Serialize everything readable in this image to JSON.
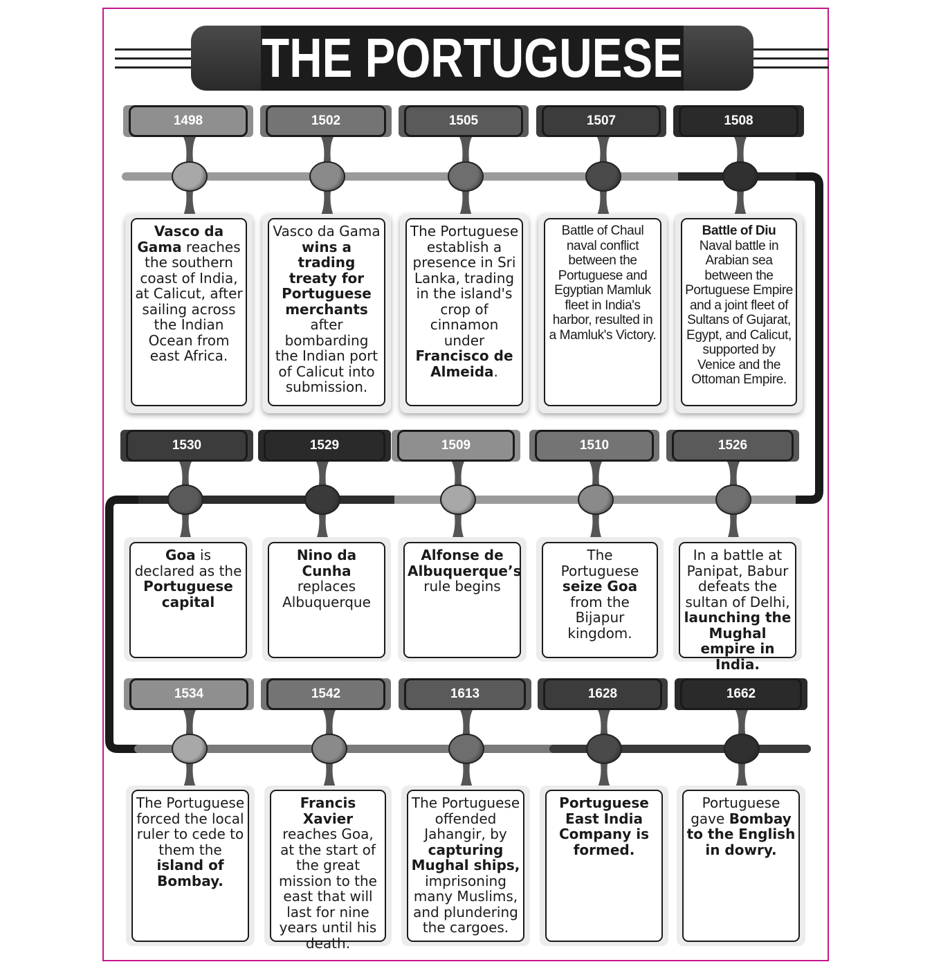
{
  "title": "THE PORTUGUESE",
  "events": [
    {
      "year": "1498",
      "parts": [
        {
          "t": "Vasco da Gama",
          "b": true
        },
        {
          "t": " reaches the southern coast of India, at Calicut, after sailing across the Indian Ocean from east Africa."
        }
      ]
    },
    {
      "year": "1502",
      "parts": [
        {
          "t": "Vasco da Gama "
        },
        {
          "t": "wins a trading treaty for Portuguese merchants",
          "b": true
        },
        {
          "t": " after bombarding the Indian port of Calicut into submission."
        }
      ]
    },
    {
      "year": "1505",
      "parts": [
        {
          "t": "The Portuguese establish a presence in Sri Lanka, trading in the island's crop of cinnamon under "
        },
        {
          "t": "Francisco de Almeida",
          "b": true
        },
        {
          "t": "."
        }
      ]
    },
    {
      "year": "1507",
      "parts": [
        {
          "t": "Battle of Chaul naval conflict between the Portuguese and Egyptian Mamluk fleet in India's harbor, resulted in a Mamluk's Victory."
        }
      ]
    },
    {
      "year": "1508",
      "parts": [
        {
          "t": "Battle of Diu",
          "b": true
        },
        {
          "t": " Naval battle in Arabian sea between the Portuguese Empire and a joint fleet of Sultans of Gujarat, Egypt, and Calicut, supported by Venice and the Ottoman Empire."
        }
      ]
    },
    {
      "year": "1530",
      "parts": [
        {
          "t": "Goa",
          "b": true
        },
        {
          "t": " is declared as the "
        },
        {
          "t": "Portuguese capital",
          "b": true
        }
      ]
    },
    {
      "year": "1529",
      "parts": [
        {
          "t": "Nino da Cunha",
          "b": true
        },
        {
          "t": " replaces Albuquerque"
        }
      ]
    },
    {
      "year": "1509",
      "parts": [
        {
          "t": "Alfonse de Albuquerque’s",
          "b": true
        },
        {
          "t": " rule begins"
        }
      ]
    },
    {
      "year": "1510",
      "parts": [
        {
          "t": "The Portuguese "
        },
        {
          "t": "seize Goa",
          "b": true
        },
        {
          "t": " from the Bijapur kingdom."
        }
      ]
    },
    {
      "year": "1526",
      "parts": [
        {
          "t": "In a battle at Panipat, Babur defeats the sultan of Delhi, "
        },
        {
          "t": "launching the Mughal empire in India.",
          "b": true
        }
      ]
    },
    {
      "year": "1534",
      "parts": [
        {
          "t": "The Portuguese forced the local ruler to cede to them the "
        },
        {
          "t": "island of Bombay.",
          "b": true
        }
      ]
    },
    {
      "year": "1542",
      "parts": [
        {
          "t": "Francis Xavier",
          "b": true
        },
        {
          "t": " reaches Goa, at the start of the great mission to the east that will last for nine years until his death."
        }
      ]
    },
    {
      "year": "1613",
      "parts": [
        {
          "t": "The Portuguese offended Jahangir, by "
        },
        {
          "t": "capturing Mughal ships,",
          "b": true
        },
        {
          "t": " imprisoning many Muslims, and plundering the cargoes."
        }
      ]
    },
    {
      "year": "1628",
      "parts": [
        {
          "t": "Portuguese East India Company is formed.",
          "b": true
        }
      ]
    },
    {
      "year": "1662",
      "parts": [
        {
          "t": "Portuguese gave "
        },
        {
          "t": "Bombay to the English in dowry.",
          "b": true
        }
      ]
    }
  ]
}
